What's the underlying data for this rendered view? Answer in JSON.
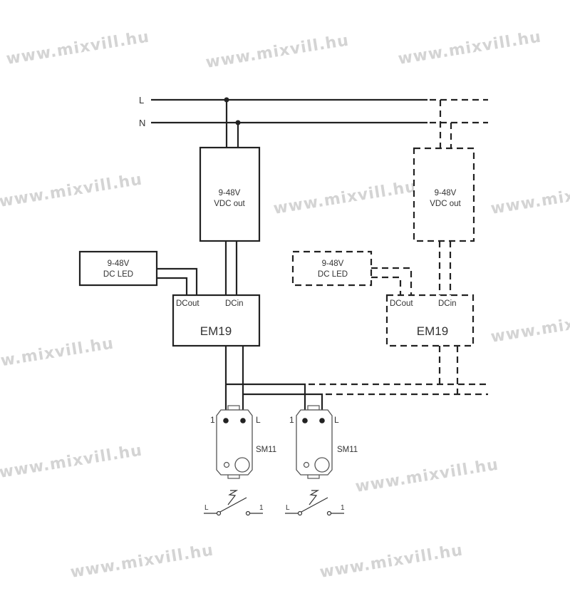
{
  "watermark": "www.mixvill.hu",
  "lines": {
    "live": "L",
    "neutral": "N"
  },
  "power_supply": {
    "line1": "9-48V",
    "line2": "VDC out"
  },
  "led": {
    "line1": "9-48V",
    "line2": "DC LED"
  },
  "module": {
    "name": "EM19",
    "dc_out": "DCout",
    "dc_in": "DCin"
  },
  "switches": [
    {
      "name": "SM11",
      "pin1": "1",
      "pinL": "L",
      "symbol_left": "L",
      "symbol_right": "1"
    },
    {
      "name": "SM11",
      "pin1": "1",
      "pinL": "L",
      "symbol_left": "L",
      "symbol_right": "1"
    }
  ]
}
